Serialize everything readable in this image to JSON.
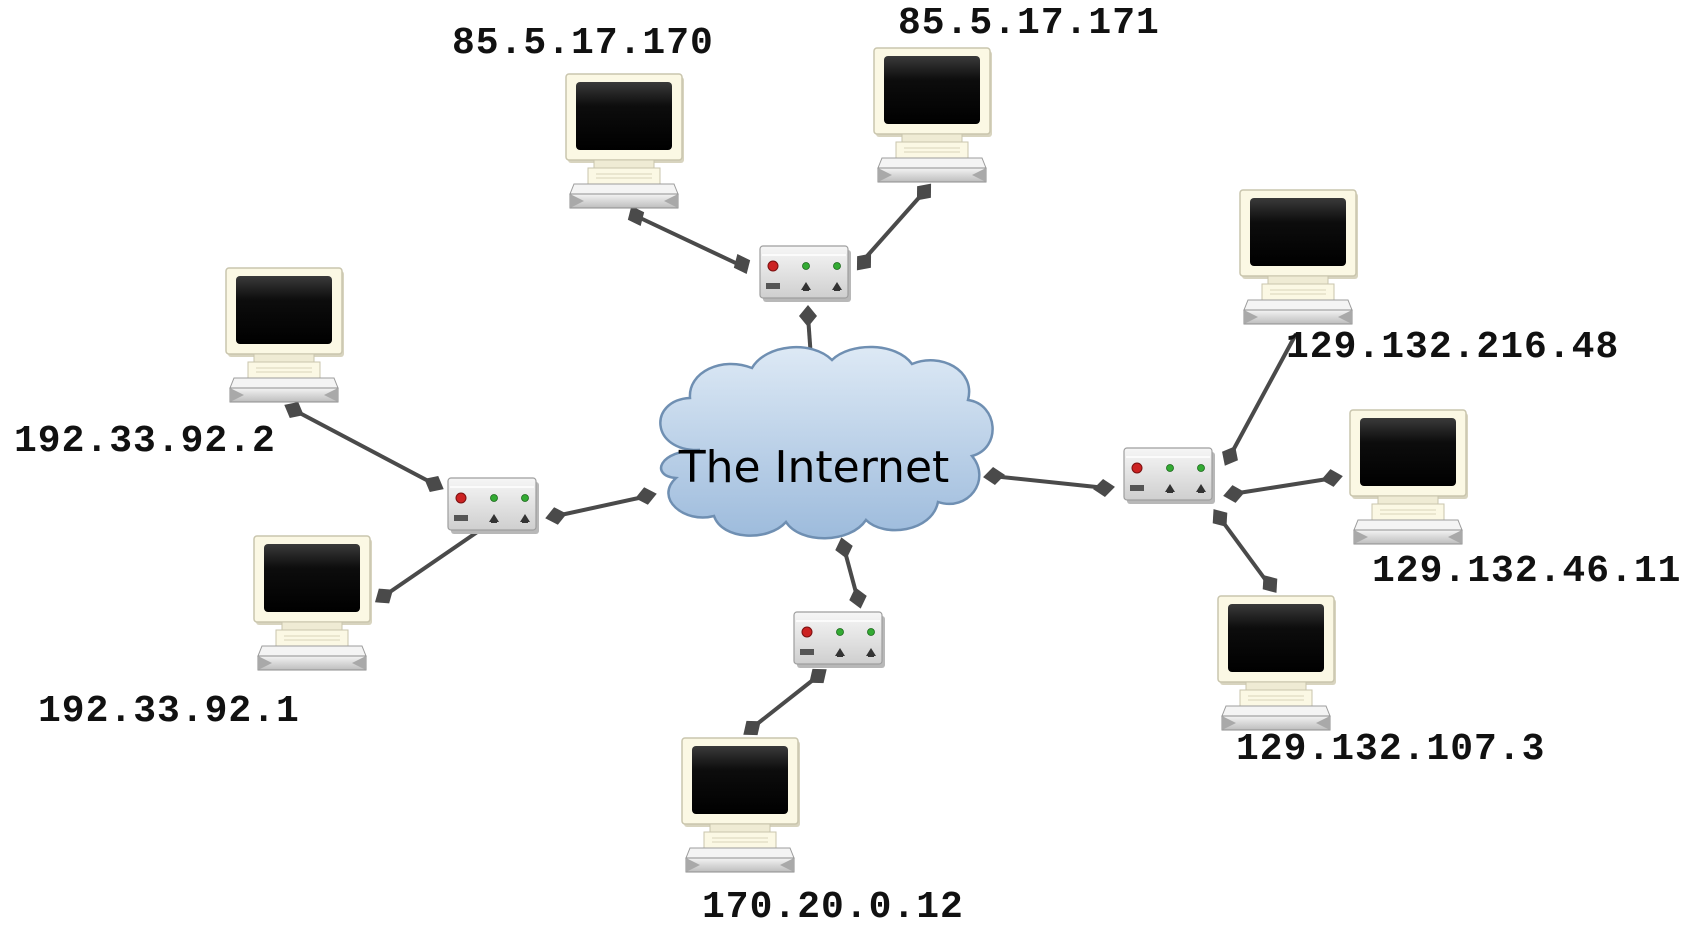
{
  "internet": {
    "label": "The Internet"
  },
  "hosts": {
    "h_85_170": "85.5.17.170",
    "h_85_171": "85.5.17.171",
    "h_129_216": "129.132.216.48",
    "h_129_46": "129.132.46.11",
    "h_129_107": "129.132.107.3",
    "h_170": "170.20.0.12",
    "h_192_2": "192.33.92.2",
    "h_192_1": "192.33.92.1"
  },
  "colors": {
    "cloud_fill": "#b3cde6",
    "cloud_stroke": "#6f8fb2",
    "cable": "#4a4a4a",
    "monitor_bezel": "#fbf8e4",
    "screen": "#111111",
    "router_body": "#e8e8e8",
    "led_red": "#cc2222",
    "led_green": "#33aa33"
  }
}
